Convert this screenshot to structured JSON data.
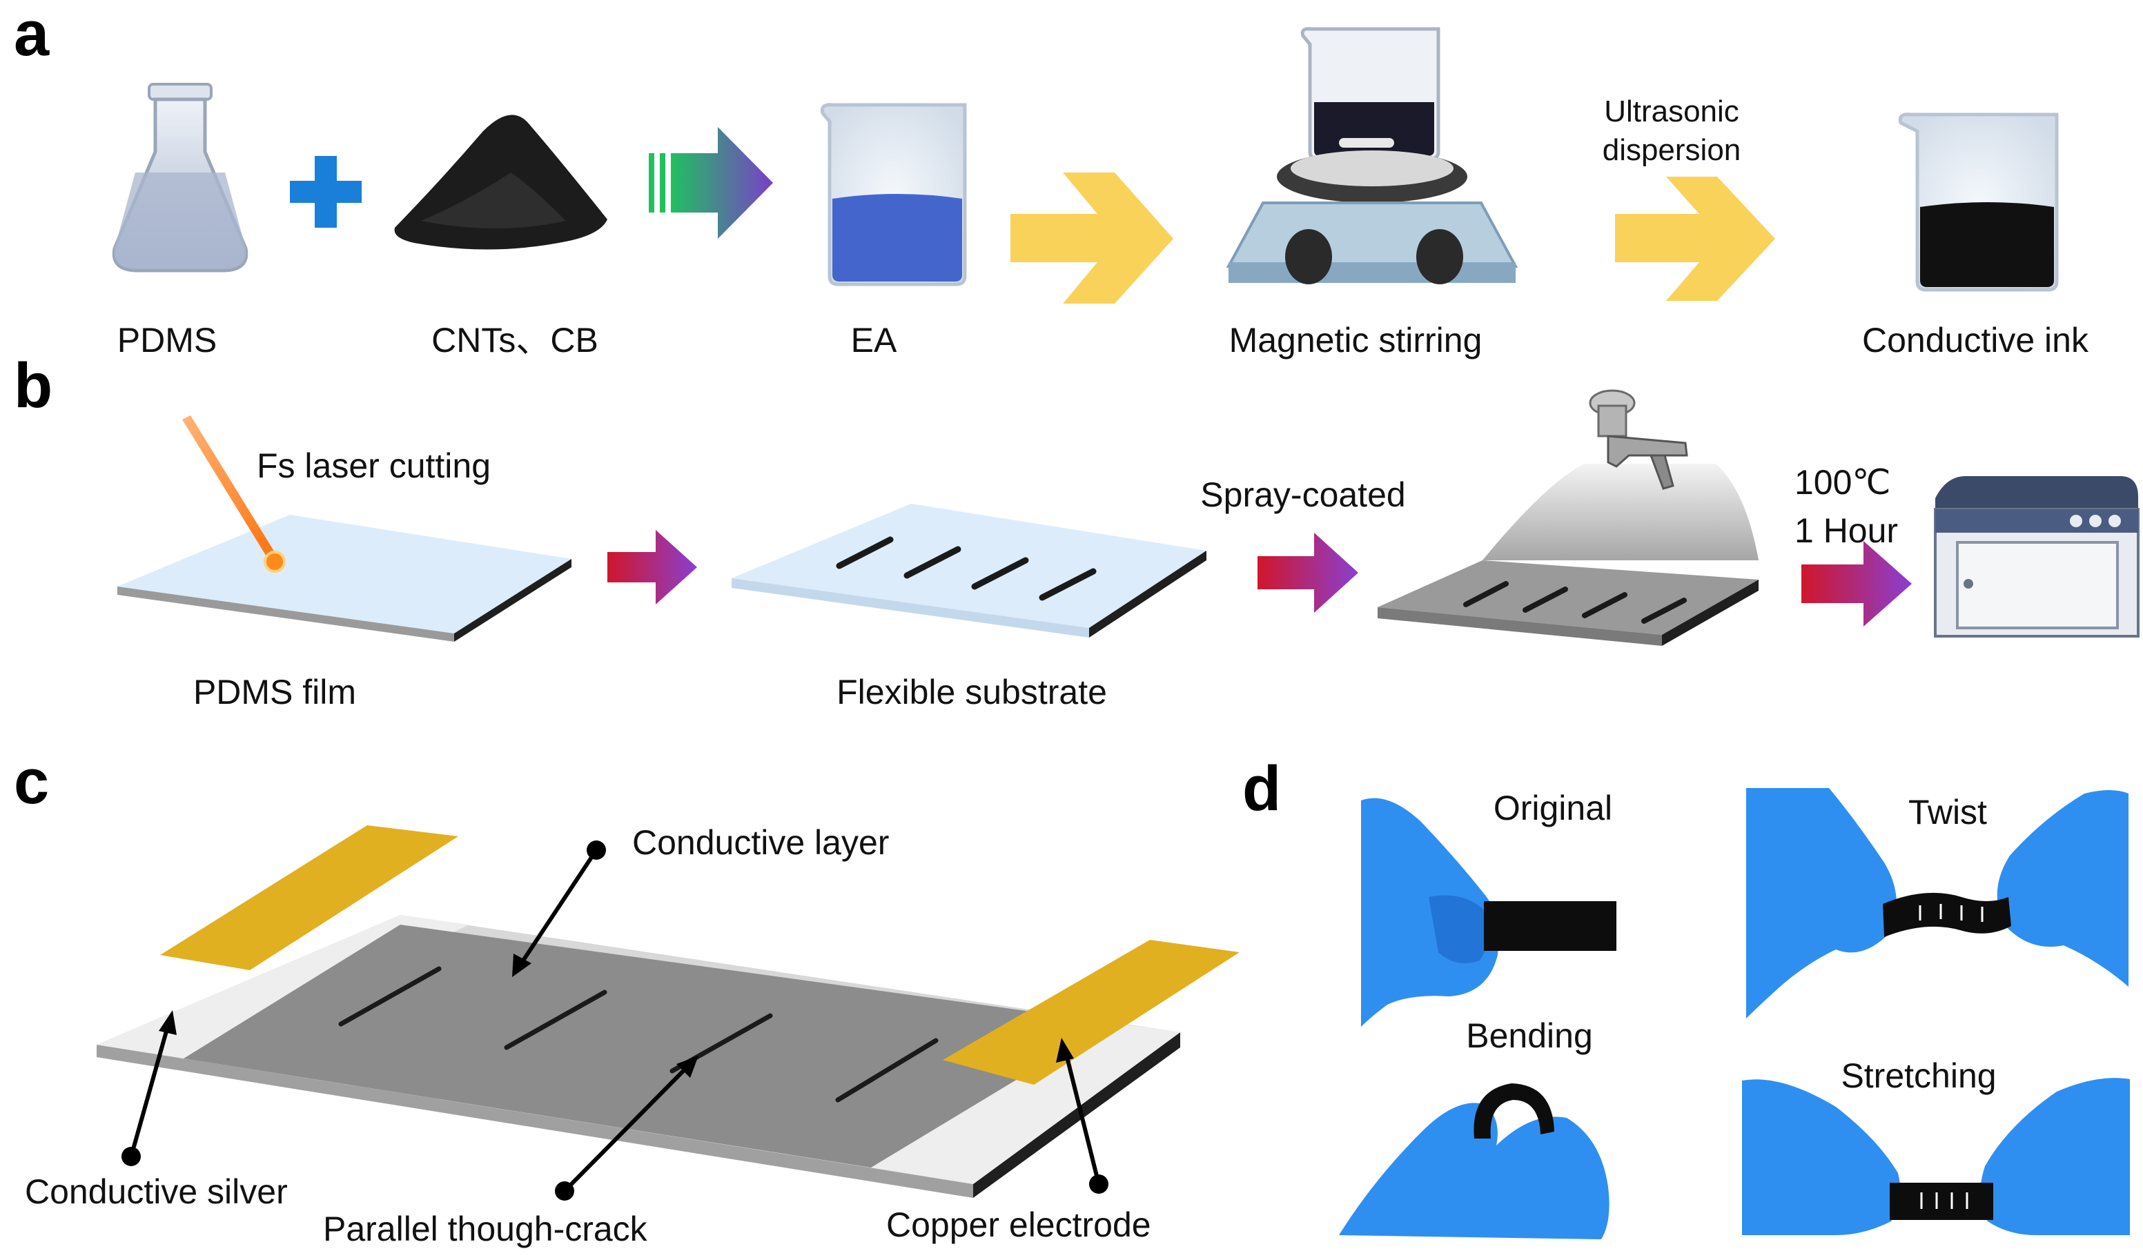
{
  "panels": {
    "a": {
      "letter": "a",
      "labels": {
        "pdms": "PDMS",
        "cnts_cb": "CNTs、CB",
        "ea": "EA",
        "magnetic_stirring": "Magnetic stirring",
        "ultrasonic_line1": "Ultrasonic",
        "ultrasonic_line2": "dispersion",
        "conductive_ink": "Conductive ink"
      }
    },
    "b": {
      "letter": "b",
      "labels": {
        "fs_laser_cutting": "Fs laser cutting",
        "pdms_film": "PDMS film",
        "flexible_substrate": "Flexible substrate",
        "spray_coated": "Spray-coated",
        "temperature": "100℃",
        "duration": "1 Hour"
      }
    },
    "c": {
      "letter": "c",
      "labels": {
        "conductive_layer": "Conductive layer",
        "conductive_silver": "Conductive silver",
        "parallel_crack": "Parallel though-crack",
        "copper_electrode": "Copper electrode"
      }
    },
    "d": {
      "letter": "d",
      "labels": {
        "original": "Original",
        "twist": "Twist",
        "bending": "Bending",
        "stretching": "Stretching"
      }
    }
  },
  "colors": {
    "glove_blue": "#2f8ff0",
    "glove_dark": "#1b63c4",
    "arrow_yellow": "#f9d25a",
    "copper": "#e1b020",
    "conductive_gray": "#8c8c8c",
    "ea_blue": "#4466cc",
    "plus_blue": "#1a7fd8"
  }
}
